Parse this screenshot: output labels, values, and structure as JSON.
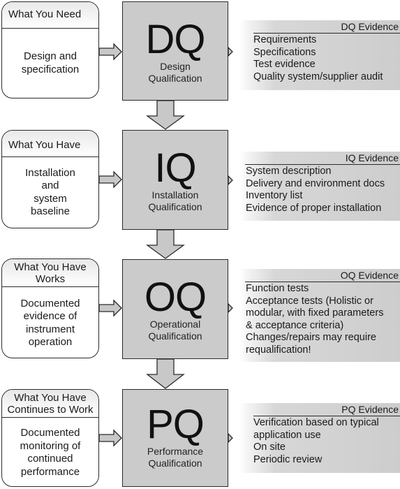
{
  "stages": [
    {
      "id": "dq",
      "need": {
        "title": "What You Need",
        "body": [
          "Design and",
          "specification"
        ]
      },
      "qual": {
        "code": "DQ",
        "name": [
          "Design",
          "Qualification"
        ]
      },
      "evidence": {
        "title": "DQ Evidence",
        "items": [
          "Requirements",
          "Specifications",
          "Test evidence",
          "Quality system/supplier audit"
        ]
      }
    },
    {
      "id": "iq",
      "need": {
        "title": "What You Have",
        "body": [
          "Installation",
          "and",
          "system",
          "baseline"
        ]
      },
      "qual": {
        "code": "IQ",
        "name": [
          "Installation",
          "Qualification"
        ]
      },
      "evidence": {
        "title": "IQ Evidence",
        "items": [
          "System description",
          "Delivery and environment docs",
          "Inventory list",
          "Evidence of proper installation"
        ]
      }
    },
    {
      "id": "oq",
      "need": {
        "title": "What You Have Works",
        "body": [
          "Documented",
          "evidence of",
          "instrument",
          "operation"
        ]
      },
      "qual": {
        "code": "OQ",
        "name": [
          "Operational",
          "Qualification"
        ]
      },
      "evidence": {
        "title": "OQ Evidence",
        "items": [
          "Function tests",
          "Acceptance tests (Holistic or",
          "modular, with fixed parameters",
          "& acceptance criteria)",
          "Changes/repairs may require",
          "requalification!"
        ]
      }
    },
    {
      "id": "pq",
      "need": {
        "title": "What You Have Continues to Work",
        "body": [
          "Documented",
          "monitoring of",
          "continued",
          "performance"
        ]
      },
      "qual": {
        "code": "PQ",
        "name": [
          "Performance",
          "Qualification"
        ]
      },
      "evidence": {
        "title": "PQ Evidence",
        "items": [
          "Verification based on typical",
          "application use",
          "On site",
          "Periodic review"
        ]
      }
    }
  ],
  "colors": {
    "box_fill": "#cbcbcb",
    "arrow_fill": "#c8c8c8",
    "outline": "#2b2b2b"
  }
}
